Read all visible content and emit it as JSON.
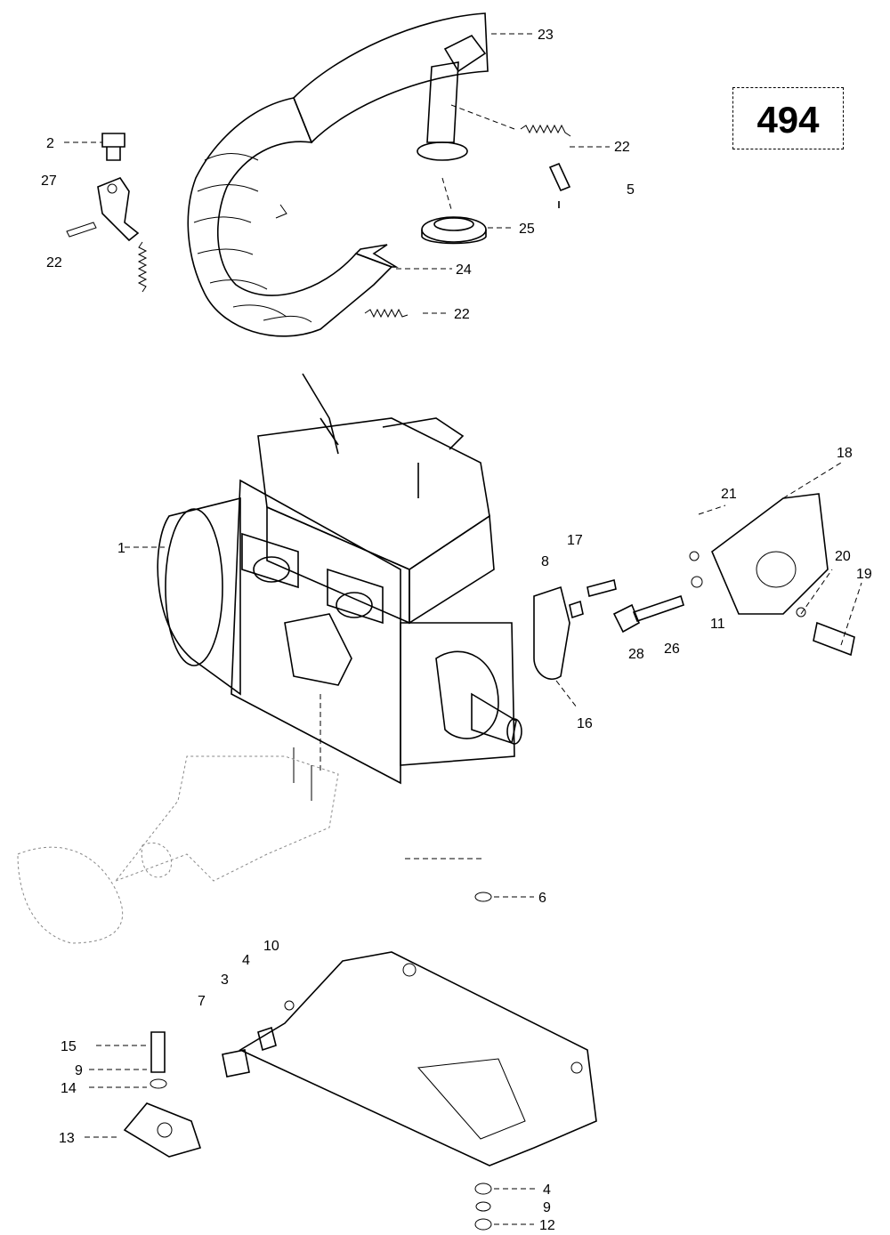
{
  "diagram": {
    "page_number": "494",
    "callouts": [
      "1",
      "2",
      "3",
      "4",
      "5",
      "6",
      "7",
      "8",
      "9",
      "10",
      "11",
      "12",
      "13",
      "14",
      "15",
      "16",
      "17",
      "18",
      "19",
      "20",
      "21",
      "22",
      "23",
      "24",
      "25",
      "26",
      "27",
      "28"
    ]
  }
}
